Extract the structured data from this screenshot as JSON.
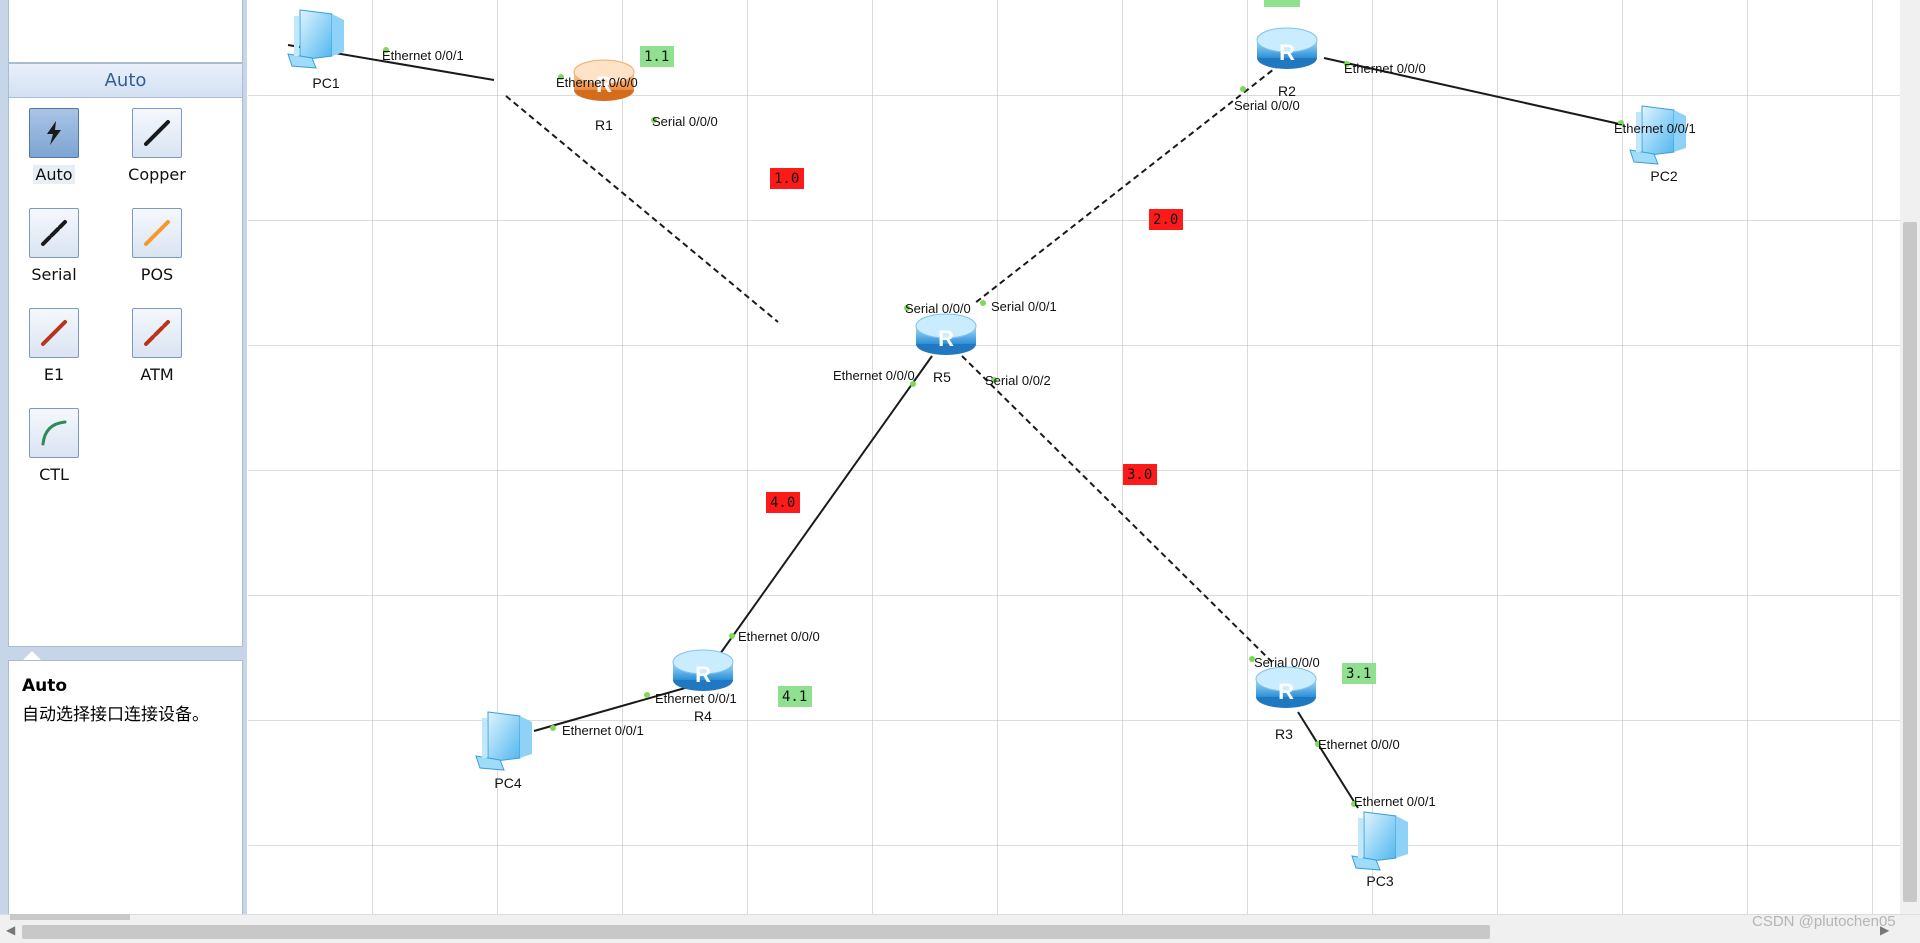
{
  "palette": {
    "header": "Auto",
    "tools": [
      {
        "label": "Auto",
        "icon": "lightning-icon",
        "color": "#1a1a1a",
        "selected": true
      },
      {
        "label": "Copper",
        "icon": "copper-cable-icon",
        "color": "#1a1a1a"
      },
      {
        "label": "Serial",
        "icon": "serial-cable-icon",
        "color": "#1a1a1a"
      },
      {
        "label": "POS",
        "icon": "pos-cable-icon",
        "color": "#f29a2e"
      },
      {
        "label": "E1",
        "icon": "e1-cable-icon",
        "color": "#b8341b"
      },
      {
        "label": "ATM",
        "icon": "atm-cable-icon",
        "color": "#b8341b"
      },
      {
        "label": "CTL",
        "icon": "ctl-cable-icon",
        "color": "#2e8b57"
      }
    ],
    "description": {
      "title": "Auto",
      "text": "自动选择接口连接设备。"
    }
  },
  "topology": {
    "devices": {
      "pc1": "PC1",
      "pc2": "PC2",
      "pc3": "PC3",
      "pc4": "PC4",
      "r1": "R1",
      "r2": "R2",
      "r3": "R3",
      "r4": "R4",
      "r5": "R5"
    },
    "ports": {
      "pc1_e1": "Ethernet 0/0/1",
      "r1_e0": "Ethernet 0/0/0",
      "r1_s0": "Serial 0/0/0",
      "r2_e0": "Ethernet 0/0/0",
      "r2_s0": "Serial 0/0/0",
      "pc2_e1": "Ethernet 0/0/1",
      "r5_s0": "Serial 0/0/0",
      "r5_s1": "Serial 0/0/1",
      "r5_s2": "Serial 0/0/2",
      "r5_e0": "Ethernet 0/0/0",
      "r4_e0": "Ethernet 0/0/0",
      "r4_e1": "Ethernet 0/0/1",
      "pc4_e1": "Ethernet 0/0/1",
      "r3_s0": "Serial 0/0/0",
      "r3_e0": "Ethernet 0/0/0",
      "pc3_e1": "Ethernet 0/0/1"
    },
    "tags": {
      "t11": "1.1",
      "t10": "1.0",
      "t20": "2.0",
      "t30": "3.0",
      "t31": "3.1",
      "t40": "4.0",
      "t41": "4.1"
    },
    "colors": {
      "router": "#3fa9e8",
      "router_highlight": "#f0a060",
      "pc": "#5fc3f0",
      "green_tag": "#8fe08f",
      "red_tag": "#ff1a1a",
      "port_dot": "#7ed957"
    }
  },
  "watermark": "CSDN @plutochen05"
}
